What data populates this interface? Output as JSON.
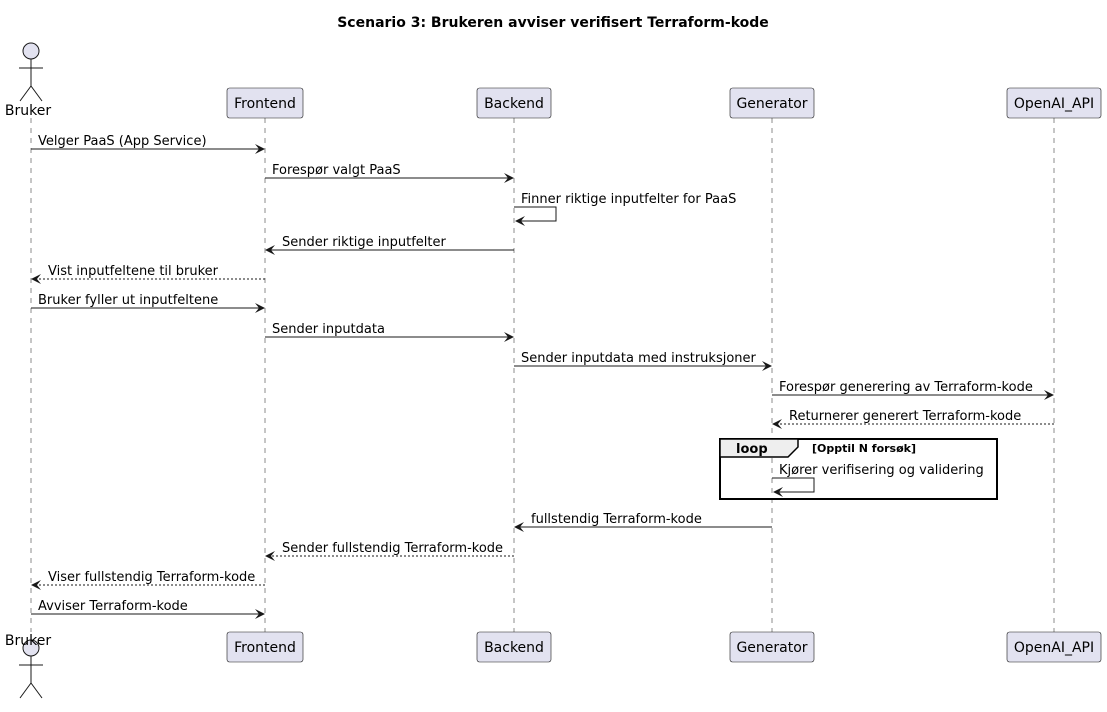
{
  "title": "Scenario 3: Brukeren avviser verifisert Terraform-kode",
  "colors": {
    "participant_fill": "#E2E2F0",
    "participant_border": "#181818",
    "lifeline": "#181818",
    "arrow": "#181818",
    "loop_header_fill": "#EEEEEE"
  },
  "participants": [
    {
      "id": "bruker",
      "label": "Bruker",
      "kind": "actor"
    },
    {
      "id": "frontend",
      "label": "Frontend",
      "kind": "box"
    },
    {
      "id": "backend",
      "label": "Backend",
      "kind": "box"
    },
    {
      "id": "generator",
      "label": "Generator",
      "kind": "box"
    },
    {
      "id": "openai",
      "label": "OpenAI_API",
      "kind": "box"
    }
  ],
  "messages": [
    {
      "from": "bruker",
      "to": "frontend",
      "label": "Velger PaaS (App Service)",
      "style": "solid"
    },
    {
      "from": "frontend",
      "to": "backend",
      "label": "Forespør valgt PaaS",
      "style": "solid"
    },
    {
      "from": "backend",
      "to": "backend",
      "label": "Finner riktige inputfelter for PaaS",
      "style": "solid"
    },
    {
      "from": "backend",
      "to": "frontend",
      "label": "Sender riktige inputfelter",
      "style": "solid"
    },
    {
      "from": "frontend",
      "to": "bruker",
      "label": "Vist inputfeltene til bruker",
      "style": "dashed"
    },
    {
      "from": "bruker",
      "to": "frontend",
      "label": "Bruker fyller ut inputfeltene",
      "style": "solid"
    },
    {
      "from": "frontend",
      "to": "backend",
      "label": "Sender inputdata",
      "style": "solid"
    },
    {
      "from": "backend",
      "to": "generator",
      "label": "Sender inputdata med instruksjoner",
      "style": "solid"
    },
    {
      "from": "generator",
      "to": "openai",
      "label": "Forespør generering av Terraform-kode",
      "style": "solid"
    },
    {
      "from": "openai",
      "to": "generator",
      "label": "Returnerer generert Terraform-kode",
      "style": "dashed"
    },
    {
      "from": "generator",
      "to": "generator",
      "label": "Kjører verifisering og validering",
      "style": "solid"
    },
    {
      "from": "generator",
      "to": "backend",
      "label": "fullstendig Terraform-kode",
      "style": "solid"
    },
    {
      "from": "backend",
      "to": "frontend",
      "label": "Sender fullstendig Terraform-kode",
      "style": "dashed"
    },
    {
      "from": "frontend",
      "to": "bruker",
      "label": "Viser fullstendig Terraform-kode",
      "style": "dashed"
    },
    {
      "from": "bruker",
      "to": "frontend",
      "label": "Avviser Terraform-kode",
      "style": "solid"
    }
  ],
  "loop": {
    "keyword": "loop",
    "condition": "[Opptil N forsøk]"
  }
}
